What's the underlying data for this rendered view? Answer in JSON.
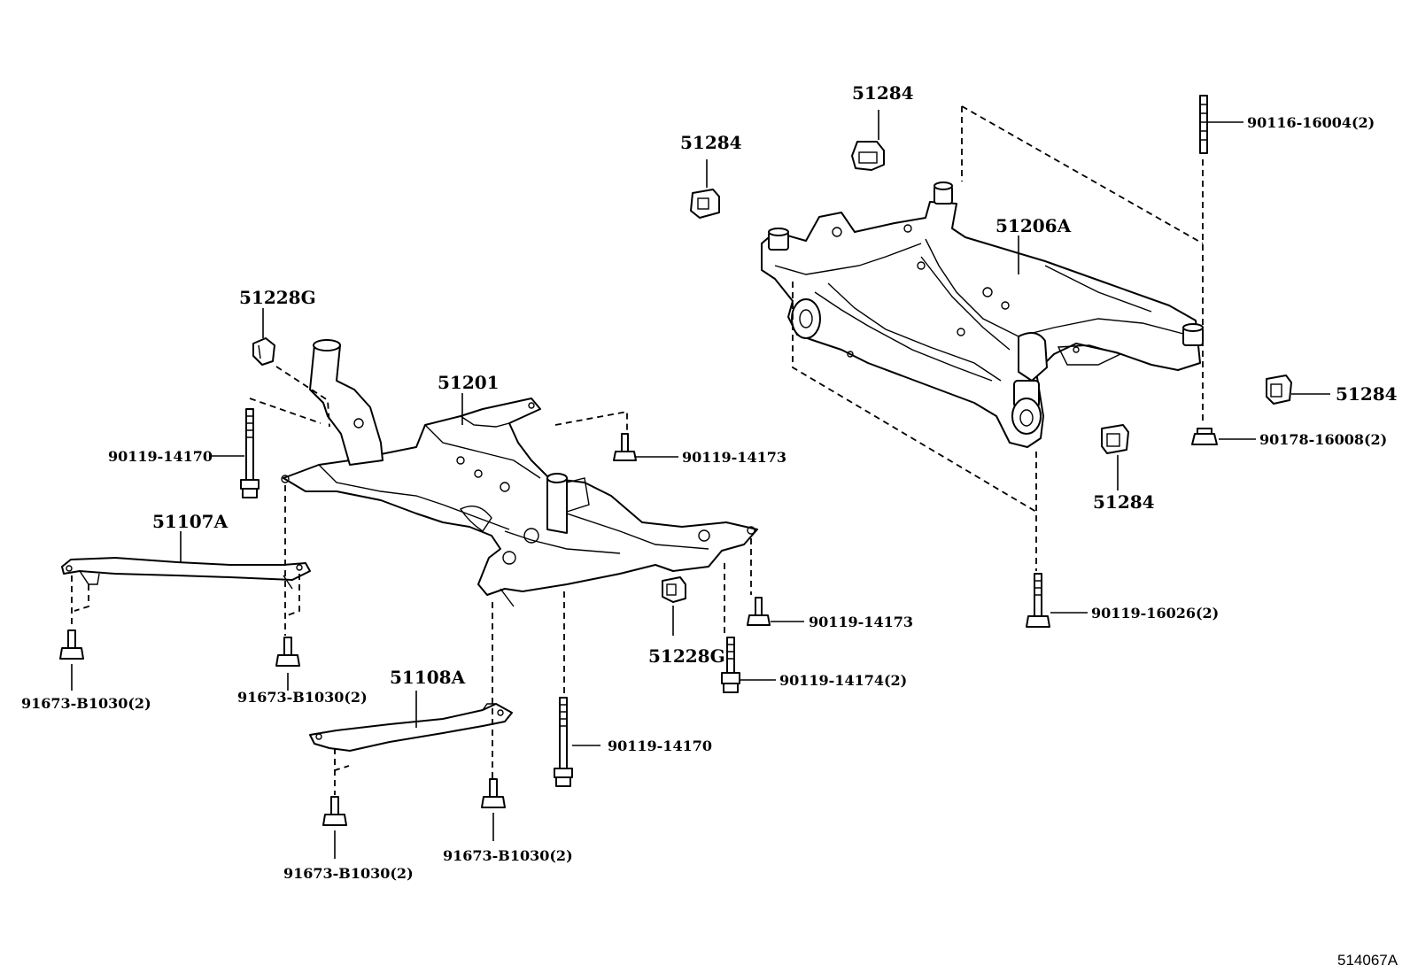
{
  "diagram": {
    "reference_code": "514067A",
    "callouts": {
      "p_51228G_top": "51228G",
      "p_90119_14170_left": "90119-14170",
      "p_51107A": "51107A",
      "p_91673_B1030_a": "91673-B1030(2)",
      "p_91673_B1030_b": "91673-B1030(2)",
      "p_51201": "51201",
      "p_90119_14173_top": "90119-14173",
      "p_51228G_bottom": "51228G",
      "p_90119_14173_mid": "90119-14173",
      "p_90119_14174": "90119-14174(2)",
      "p_90119_14170_bottom": "90119-14170",
      "p_51108A": "51108A",
      "p_91673_B1030_c": "91673-B1030(2)",
      "p_91673_B1030_d": "91673-B1030(2)",
      "p_51284_a": "51284",
      "p_51284_b": "51284",
      "p_51206A": "51206A",
      "p_90116_16004": "90116-16004(2)",
      "p_51284_c": "51284",
      "p_90178_16008": "90178-16008(2)",
      "p_51284_d": "51284",
      "p_90119_16026": "90119-16026(2)"
    }
  }
}
